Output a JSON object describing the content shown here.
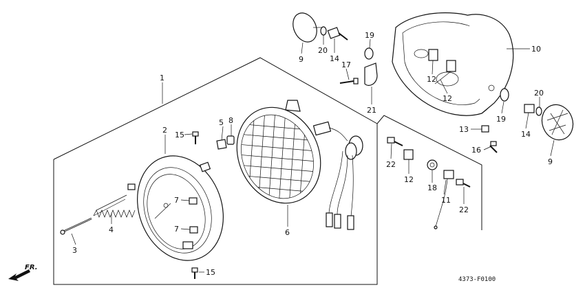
{
  "diagram_code": "4373-F0100",
  "direction_label": "FR.",
  "callouts": {
    "c1": "1",
    "c2": "2",
    "c3": "3",
    "c4": "4",
    "c5": "5",
    "c6": "6",
    "c7a": "7",
    "c7b": "7",
    "c8": "8",
    "c9a": "9",
    "c9b": "9",
    "c10": "10",
    "c11": "11",
    "c12a": "12",
    "c12b": "12",
    "c12c": "12",
    "c13": "13",
    "c14a": "14",
    "c14b": "14",
    "c15a": "15",
    "c15b": "15",
    "c16": "16",
    "c17": "17",
    "c18": "18",
    "c19a": "19",
    "c19b": "19",
    "c20a": "20",
    "c20b": "20",
    "c21": "21",
    "c22a": "22",
    "c22b": "22"
  }
}
